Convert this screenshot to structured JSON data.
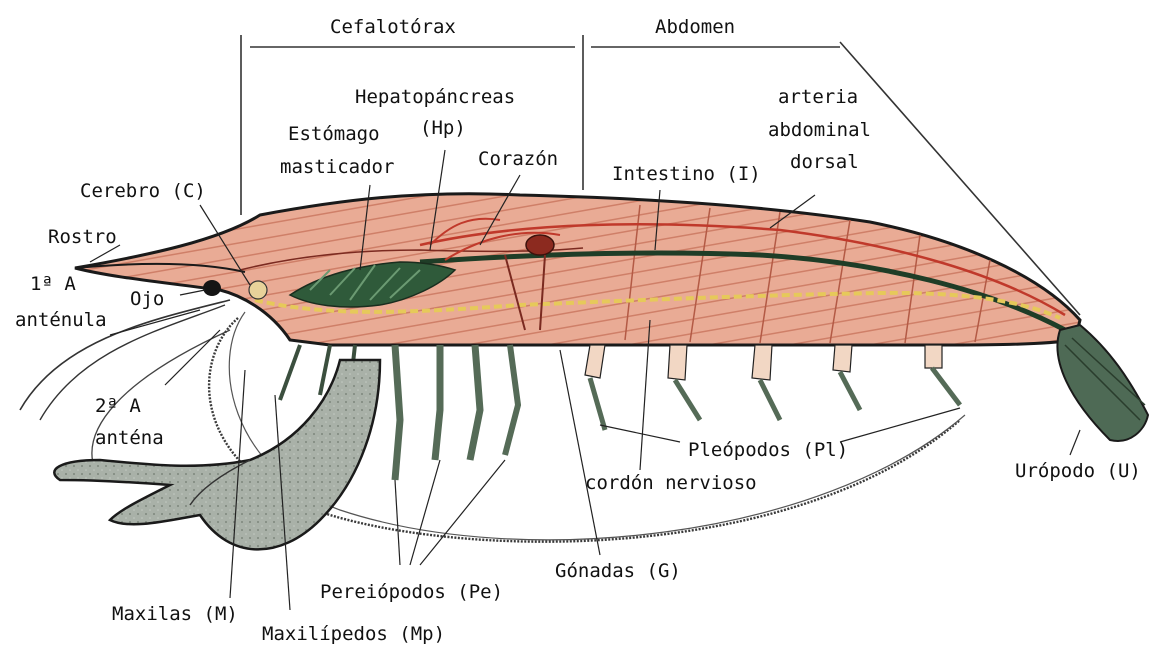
{
  "labels": {
    "cefalotorax": "Cefalotórax",
    "abdomen": "Abdomen",
    "hepatopancreas_1": "Hepatopáncreas",
    "hepatopancreas_2": "(Hp)",
    "estomago_1": "Estómago",
    "estomago_2": "masticador",
    "corazon": "Corazón",
    "intestino": "Intestino (I)",
    "arteria_1": "arteria",
    "arteria_2": "abdominal",
    "arteria_3": "dorsal",
    "cerebro": "Cerebro (C)",
    "rostro": "Rostro",
    "anténula_1": "1ª A",
    "anténula_2": "anténula",
    "ojo": "Ojo",
    "antena_1": "2ª A",
    "antena_2": "anténa",
    "pleopodos": "Pleópodos (Pl)",
    "cordon": "cordón nervioso",
    "uropodo": "Urópodo (U)",
    "gonadas": "Gónadas (G)",
    "pereiopodos": "Pereiópodos (Pe)",
    "maxilas": "Maxilas (M)",
    "maxilipedos": "Maxilípedos (Mp)"
  },
  "colors": {
    "body_flesh": "#e8a58f",
    "body_stripe": "#c9705a",
    "outline": "#1a1a1a",
    "gut_green": "#2f5a3a",
    "nerve_yellow": "#e6c95a",
    "artery_red": "#c0392b",
    "claw_gray": "#9aa39a",
    "leg_green": "#8fa592",
    "leg_pale": "#f2d7c4"
  }
}
